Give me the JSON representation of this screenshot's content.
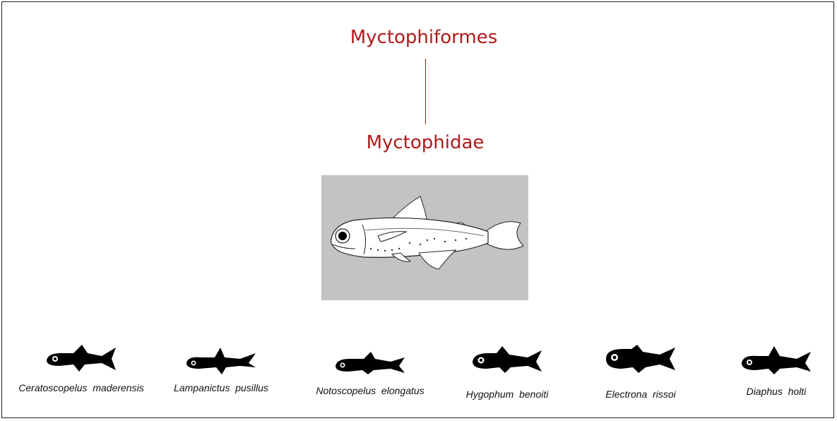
{
  "diagram": {
    "order": "Myctophiformes",
    "family": "Myctophidae",
    "species": [
      {
        "name": "Ceratoscopelus  maderensis"
      },
      {
        "name": "Lampanictus  pusillus"
      },
      {
        "name": "Notoscopelus  elongatus"
      },
      {
        "name": "Hygophum  benoiti"
      },
      {
        "name": "Electrona  rissoi"
      },
      {
        "name": "Diaphus  holti"
      }
    ]
  },
  "colors": {
    "title_red": "#b01a1a",
    "illustration_bg": "#c3c3c3",
    "silhouette": "#000000"
  }
}
